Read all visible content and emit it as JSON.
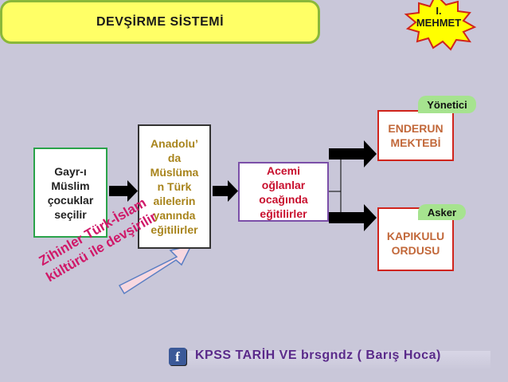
{
  "colors": {
    "background": "#c9c7d9",
    "title_fill": "#ffff66",
    "title_border": "#8ab83a",
    "burst_fill": "#ffff00",
    "burst_border": "#d0241c",
    "tag_fill": "#a6e38f",
    "note_text": "#d01868",
    "arrow": "#000000"
  },
  "burst": {
    "label": "I.\nMEHMET"
  },
  "title": {
    "label": "DEVŞİRME SİSTEMİ"
  },
  "boxes": {
    "source": "Gayr-ı\nMüslim\nçocuklar\nseçilir",
    "anatolia": "Anadolu’\nda\nMüslüma\nn Türk\nailelerin\nyanında\neğitilirler",
    "acemi": "Acemi\noğlanlar\nocağında\neğitilirler",
    "enderun": "ENDERUN\nMEKTEBİ",
    "kapikulu": "KAPIKULU\nORDUSU"
  },
  "tags": {
    "yonetici": "Yönetici",
    "asker": "Asker"
  },
  "note": {
    "label": "Zihinler Türk-İslam\nkültürü ile devşirilir"
  },
  "footer": {
    "icon": "facebook-icon",
    "icon_glyph": "f",
    "label": "KPSS TARİH VE brsgndz ( Barış  Hoca)"
  }
}
